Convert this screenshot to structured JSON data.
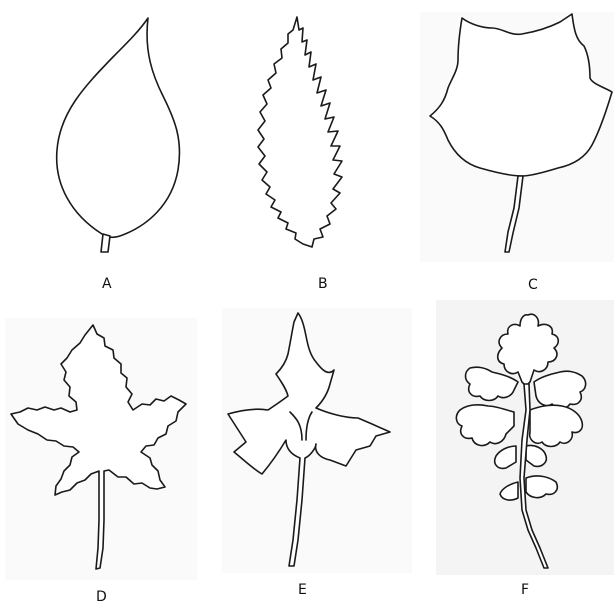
{
  "figure": {
    "leaves": [
      {
        "id": "A",
        "label": "A"
      },
      {
        "id": "B",
        "label": "B"
      },
      {
        "id": "C",
        "label": "C"
      },
      {
        "id": "D",
        "label": "D"
      },
      {
        "id": "E",
        "label": "E"
      },
      {
        "id": "F",
        "label": "F"
      }
    ]
  }
}
